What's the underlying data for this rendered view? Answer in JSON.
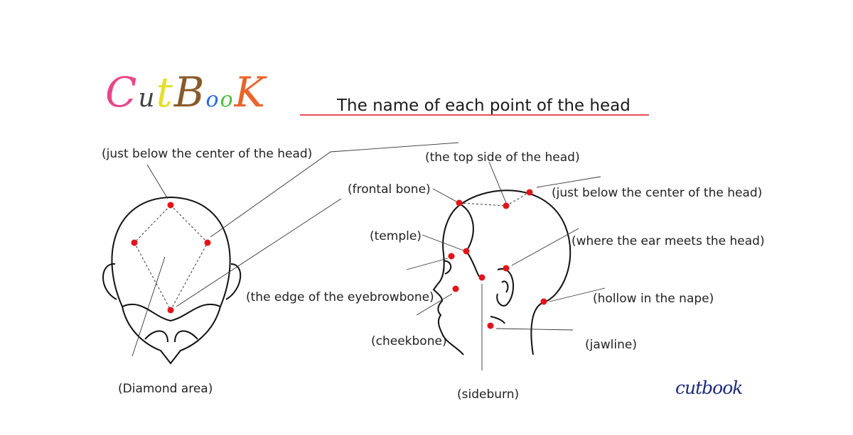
{
  "logo": {
    "text": "CutBook",
    "letters": [
      {
        "ch": "C",
        "color": "#e8468a"
      },
      {
        "ch": "u",
        "color": "#444444"
      },
      {
        "ch": "t",
        "color": "#e5df2a"
      },
      {
        "ch": "B",
        "color": "#8a5a2b"
      },
      {
        "ch": "o",
        "color": "#2a6be8"
      },
      {
        "ch": "o",
        "color": "#4bbf3a"
      },
      {
        "ch": "K",
        "color": "#e8642a"
      }
    ]
  },
  "title": "The name of each point of the head",
  "brand": "cutbook",
  "labels": {
    "just_below_center_left": "(just below the center of the head)",
    "diamond_area": "(Diamond area)",
    "top_side": "(the top side of the head)",
    "frontal_bone": "(frontal bone)",
    "just_below_center_right": "(just below the center of the head)",
    "temple": "(temple)",
    "ear_meets_head": "(where the ear meets the head)",
    "eyebrow_bone": "(the edge of the eyebrowbone)",
    "hollow_nape": "(hollow in the nape)",
    "cheekbone": "(cheekbone)",
    "jawline": "(jawline)",
    "sideburn": "(sideburn)"
  },
  "colors": {
    "point": "#e0141b",
    "title_underline": "#e0141b",
    "outline": "#111111",
    "brand": "#1c2a7a"
  }
}
